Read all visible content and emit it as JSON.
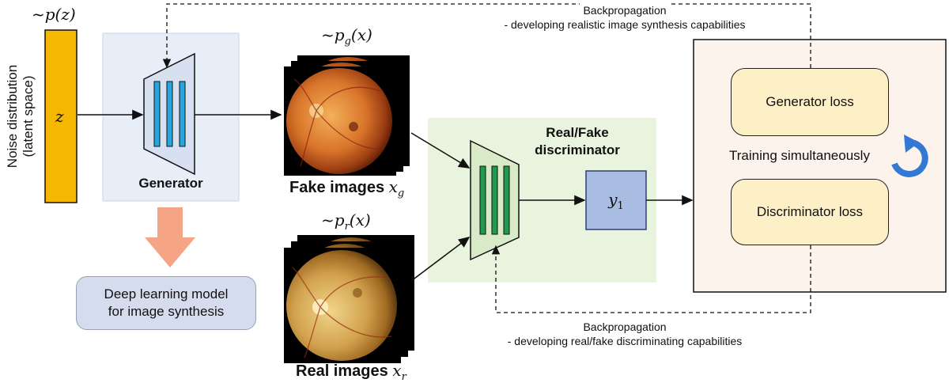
{
  "noise": {
    "dist_label": "~p(z)",
    "axis_label_line1": "Noise distribution",
    "axis_label_line2": "(latent space)",
    "z_symbol": "z"
  },
  "generator": {
    "label": "Generator",
    "arrow_caption_line1": "Deep learning model",
    "arrow_caption_line2": "for image synthesis"
  },
  "fake_images": {
    "dist_label": "~p",
    "dist_sub": "g",
    "dist_arg": "(x)",
    "caption": "Fake images",
    "symbol": "x",
    "symbol_sub": "g"
  },
  "real_images": {
    "dist_label": "~p",
    "dist_sub": "r",
    "dist_arg": "(x)",
    "caption": "Real images",
    "symbol": "x",
    "symbol_sub": "r"
  },
  "discriminator": {
    "title_line1": "Real/Fake",
    "title_line2": "discriminator",
    "output_symbol": "y",
    "output_sub": "1"
  },
  "losses": {
    "generator_loss": "Generator loss",
    "discriminator_loss": "Discriminator loss",
    "training_label": "Training simultaneously"
  },
  "backprop_top": {
    "line1": "Backpropagation",
    "line2": "- developing realistic image synthesis capabilities"
  },
  "backprop_bottom": {
    "line1": "Backpropagation",
    "line2": "- developing real/fake discriminating capabilities"
  },
  "colors": {
    "latent_bar": "#f5b800",
    "generator_panel": "#e8eef8",
    "discriminator_panel": "#e9f4df",
    "loss_panel": "#fbf3ec",
    "loss_box": "#fdf0c7",
    "net_blue": "#29a8e0",
    "net_green": "#1f9a4e",
    "output_box": "#a9bde3",
    "orange_arrow": "#f5a586",
    "caption_box": "#d4dced",
    "refresh_icon": "#3478d4"
  }
}
